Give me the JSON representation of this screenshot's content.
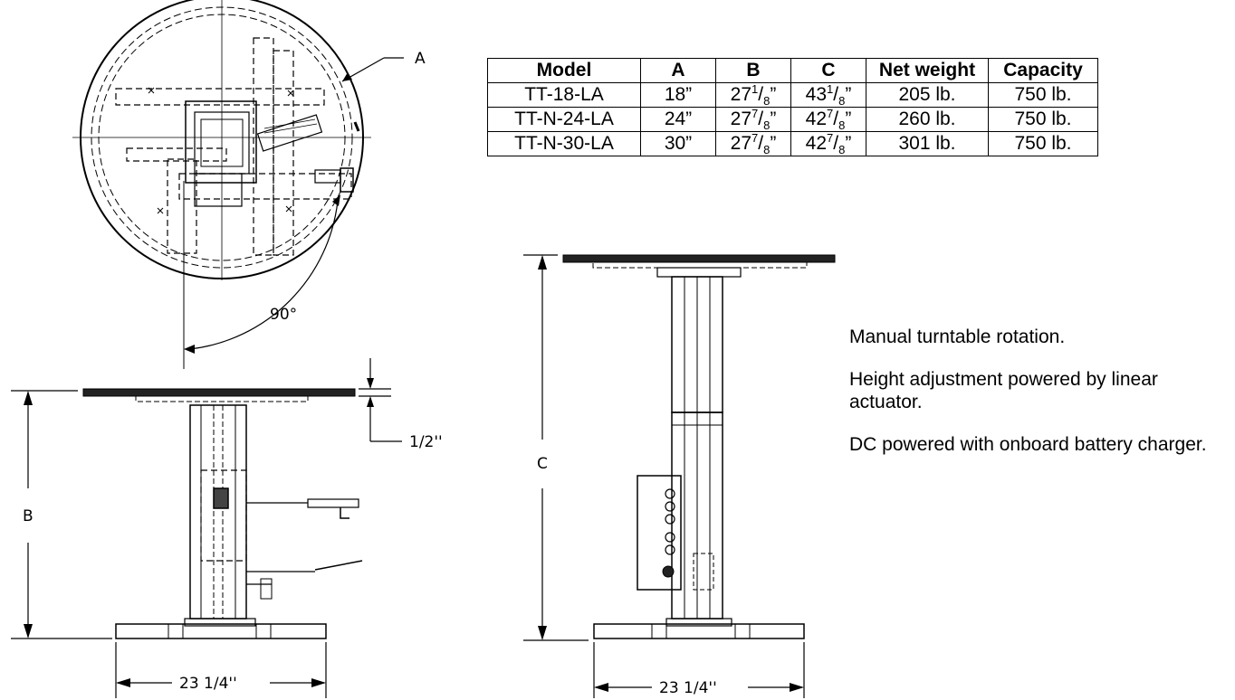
{
  "table": {
    "headers": [
      "Model",
      "A",
      "B",
      "C",
      "Net weight",
      "Capacity"
    ],
    "rows": [
      {
        "model": "TT-18-LA",
        "a": "18”",
        "b_whole": "27",
        "b_num": "1",
        "b_den": "8",
        "c_whole": "43",
        "c_num": "1",
        "c_den": "8",
        "weight": "205 lb.",
        "capacity": "750 lb."
      },
      {
        "model": "TT-N-24-LA",
        "a": "24”",
        "b_whole": "27",
        "b_num": "7",
        "b_den": "8",
        "c_whole": "42",
        "c_num": "7",
        "c_den": "8",
        "weight": "260 lb.",
        "capacity": "750 lb."
      },
      {
        "model": "TT-N-30-LA",
        "a": "30”",
        "b_whole": "27",
        "b_num": "7",
        "b_den": "8",
        "c_whole": "42",
        "c_num": "7",
        "c_den": "8",
        "weight": "301 lb.",
        "capacity": "750 lb."
      }
    ],
    "inch_mark": "”"
  },
  "notes": [
    "Manual turntable rotation.",
    "Height adjustment powered by linear actuator.",
    "DC powered with onboard battery charger."
  ],
  "dimensions": {
    "a_label": "A",
    "angle_label": "90°",
    "b_label": "B",
    "c_label": "C",
    "top_thickness": "1/2''",
    "base_width_front": "23 1/4''",
    "base_width_side": "23 1/4''"
  }
}
